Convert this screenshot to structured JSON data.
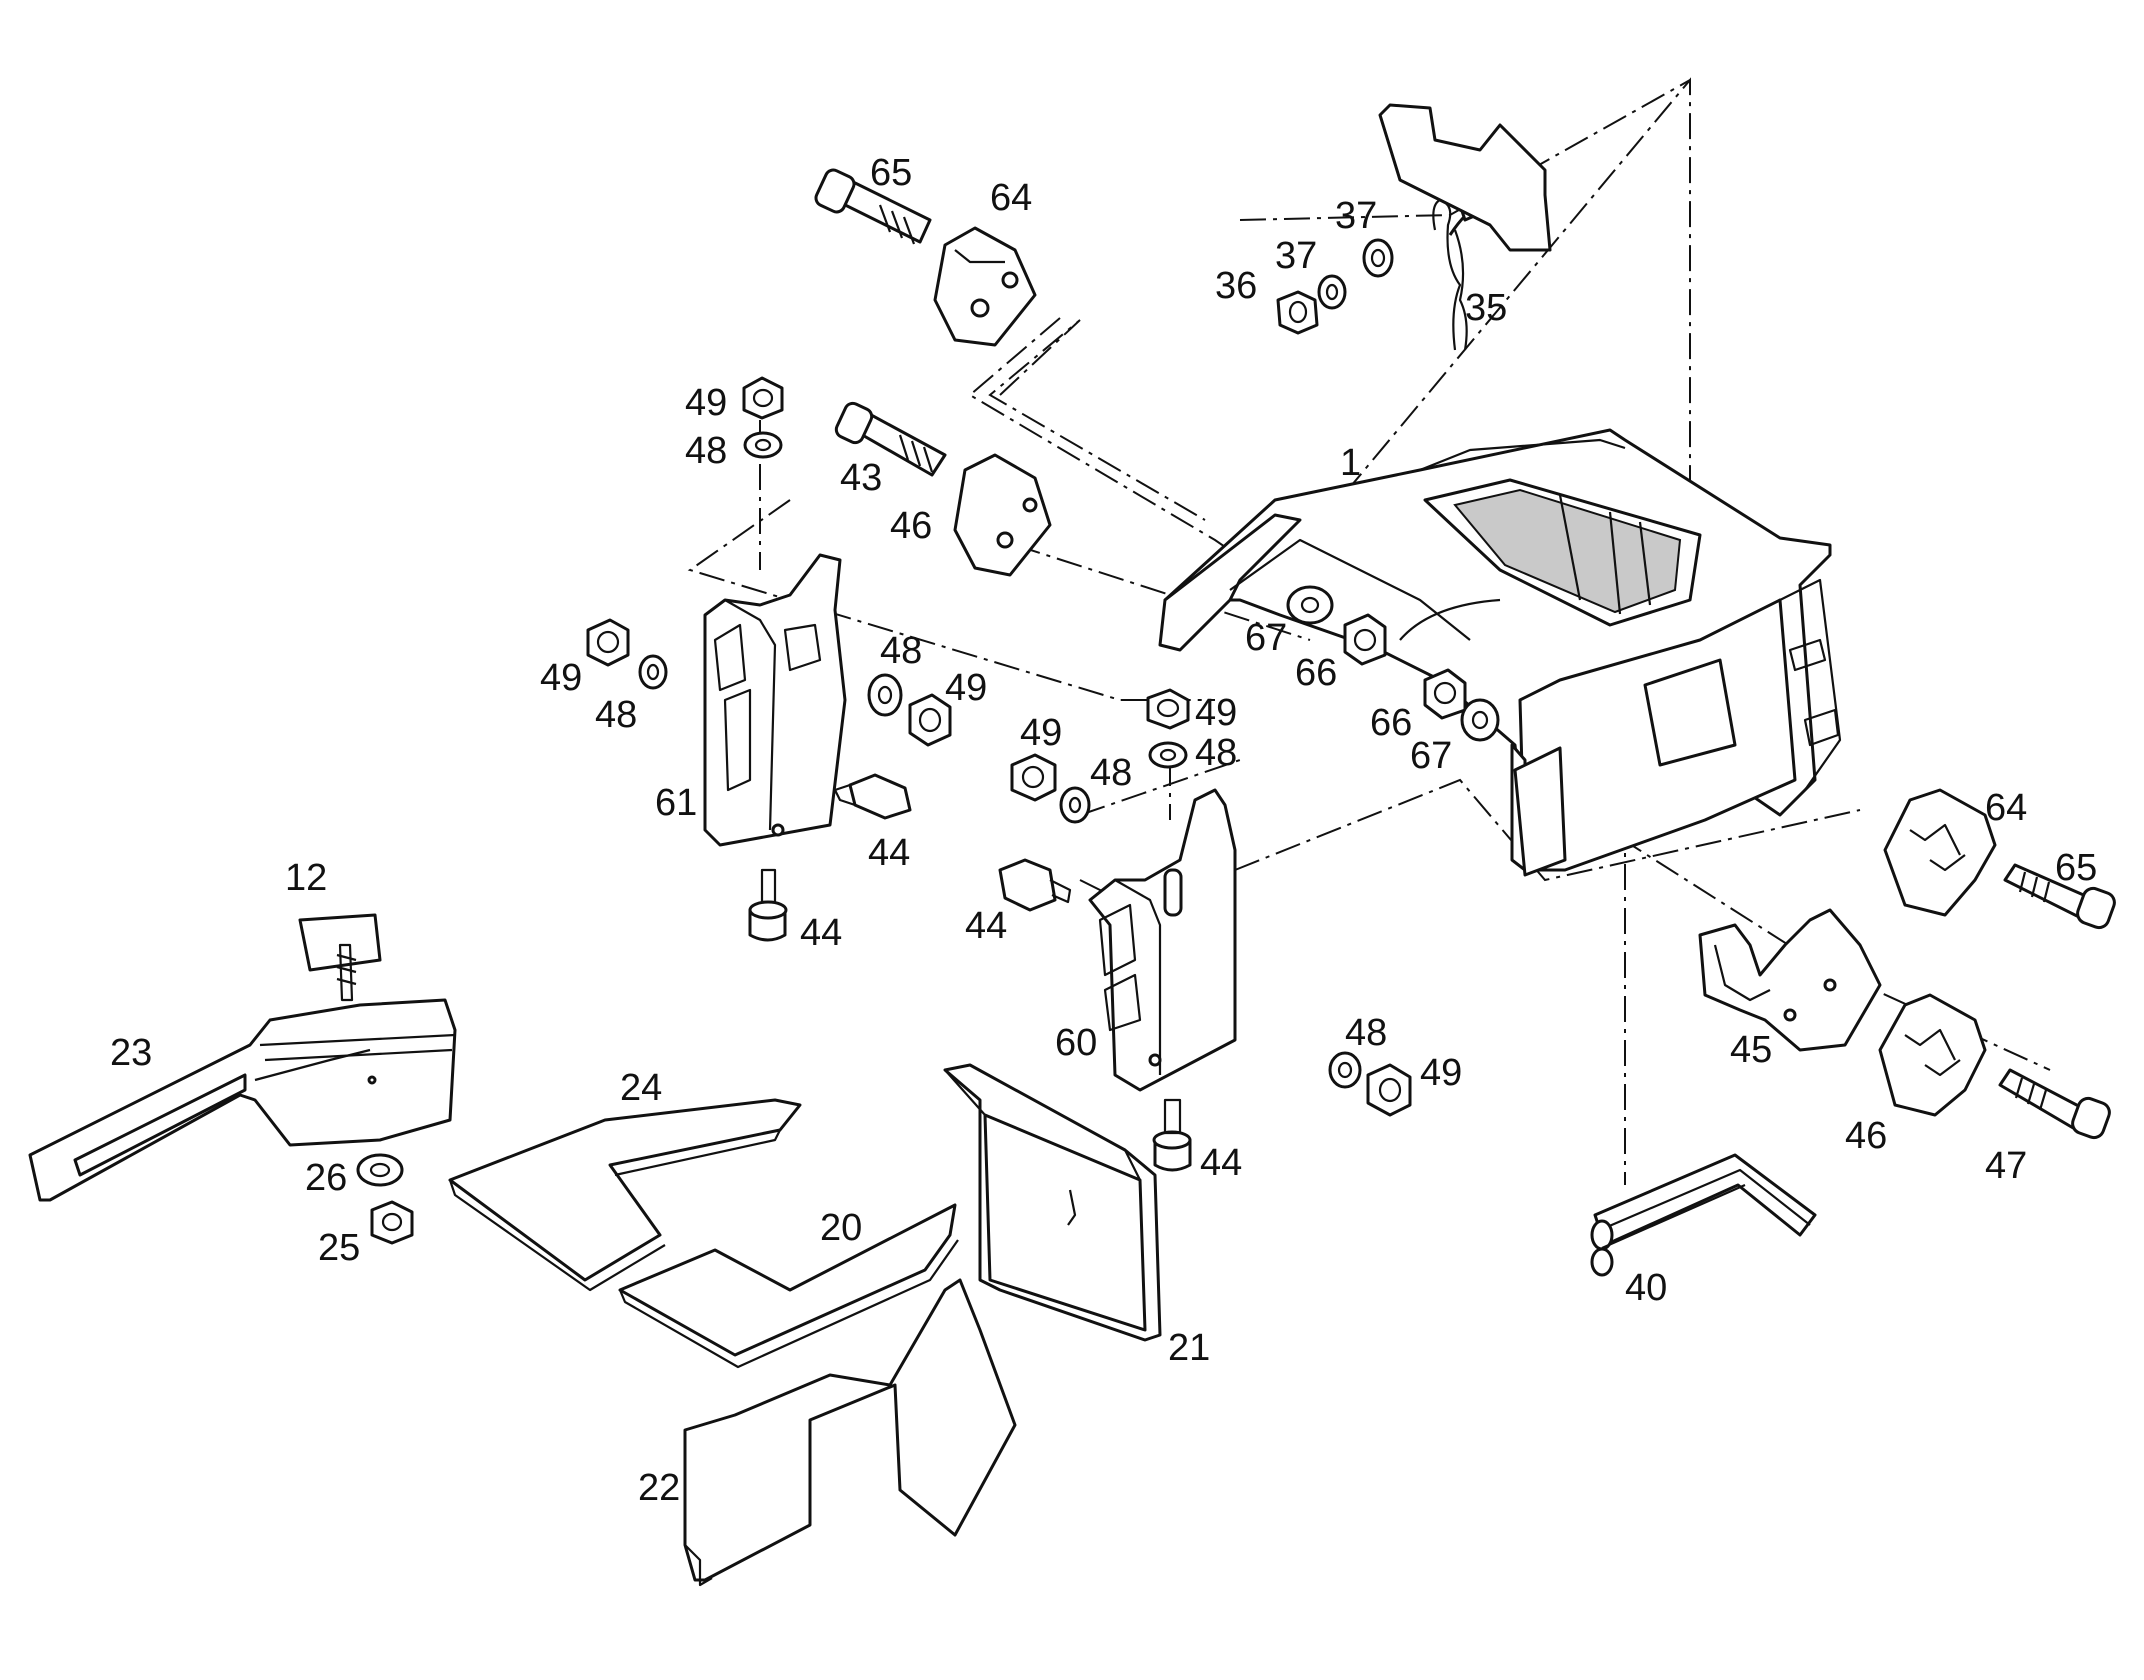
{
  "labels": {
    "l1": "1",
    "l12": "12",
    "l20": "20",
    "l21": "21",
    "l22": "22",
    "l23": "23",
    "l24": "24",
    "l25": "25",
    "l26": "26",
    "l35": "35",
    "l36": "36",
    "l37": "37",
    "l40": "40",
    "l43": "43",
    "l44": "44",
    "l45": "45",
    "l46": "46",
    "l47": "47",
    "l48": "48",
    "l49": "49",
    "l60": "60",
    "l61": "61",
    "l64": "64",
    "l65": "65",
    "l66": "66",
    "l67": "67"
  }
}
